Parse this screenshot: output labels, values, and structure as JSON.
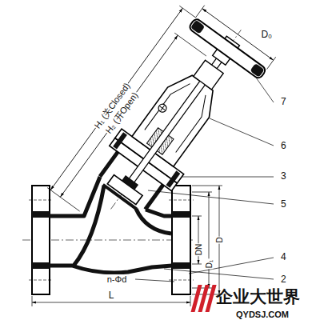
{
  "diagram": {
    "labels": [
      "D₀",
      "H₁ (关Closed)",
      "H₂ (开Open)",
      "7",
      "6",
      "3",
      "5",
      "4",
      "2",
      "DN",
      "D₁",
      "D",
      "n-Φd",
      "L",
      "企业大世界",
      "QYDSJ.COM"
    ]
  }
}
